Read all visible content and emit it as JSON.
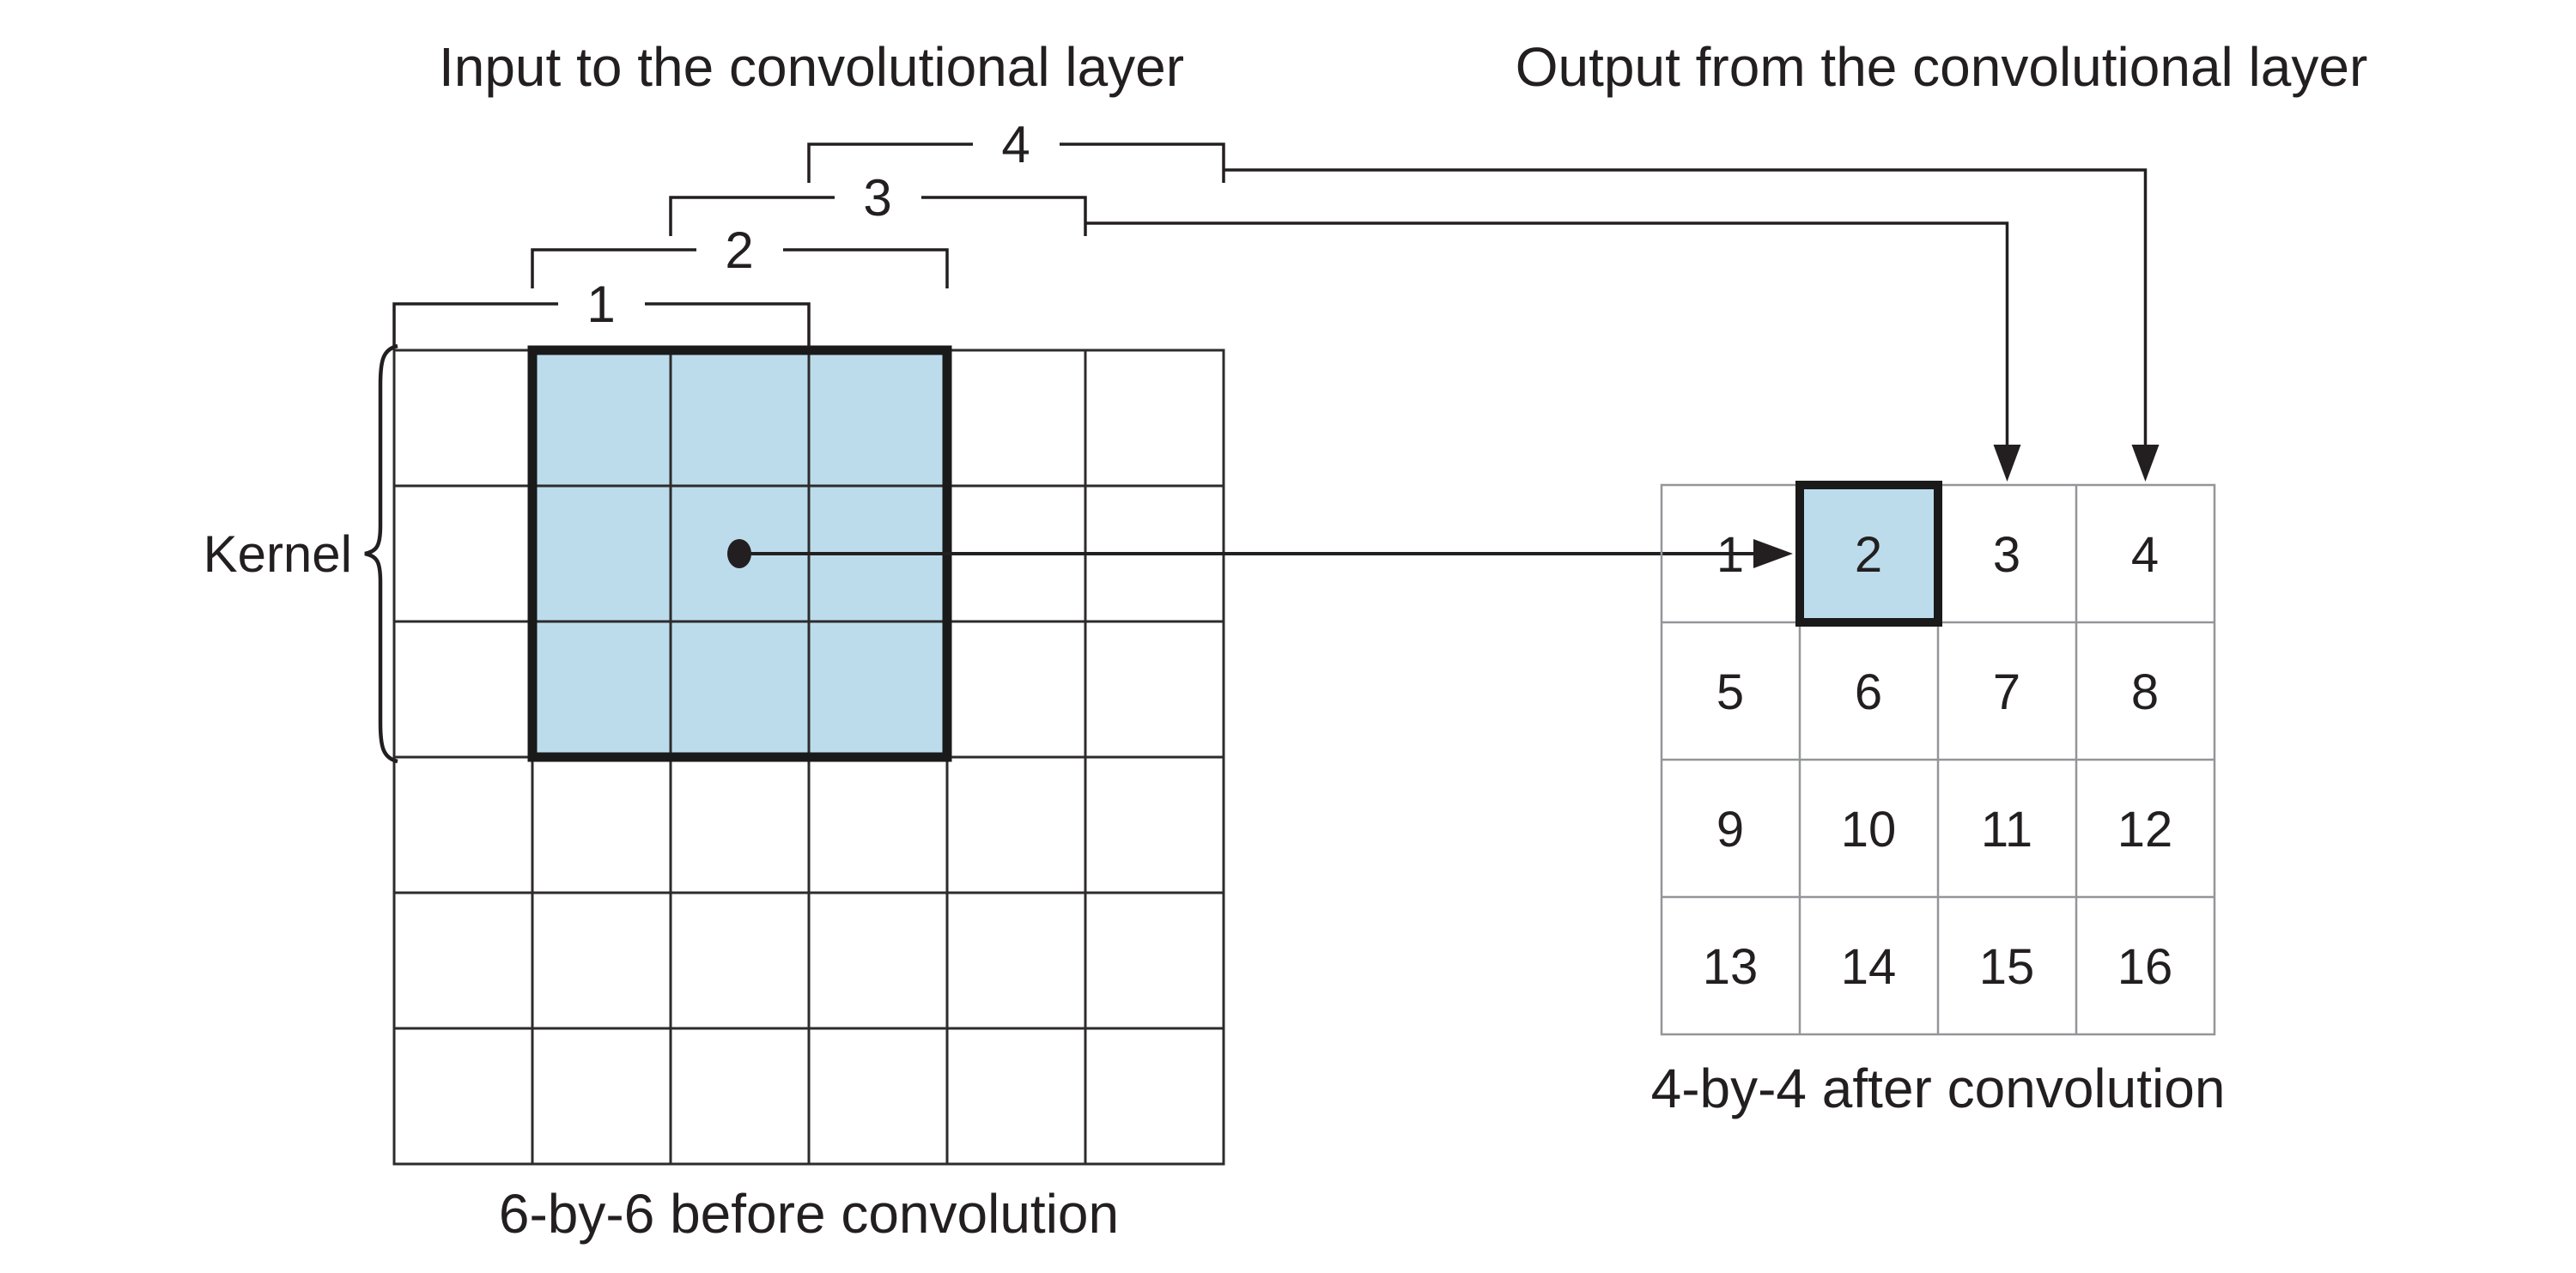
{
  "titles": {
    "input": "Input to the convolutional layer",
    "output": "Output from the convolutional layer"
  },
  "captions": {
    "input": "6-by-6 before convolution",
    "output": "4-by-4 after convolution"
  },
  "kernel": {
    "label": "Kernel",
    "rows": 3,
    "cols": 3
  },
  "input_grid": {
    "rows": 6,
    "cols": 6,
    "kernel_position": {
      "col_start": 2,
      "row_start": 1
    }
  },
  "output_grid": {
    "rows": 4,
    "cols": 4,
    "cells": [
      "1",
      "2",
      "3",
      "4",
      "5",
      "6",
      "7",
      "8",
      "9",
      "10",
      "11",
      "12",
      "13",
      "14",
      "15",
      "16"
    ],
    "highlighted_cell": "2"
  },
  "bracket_labels": [
    "1",
    "2",
    "3",
    "4"
  ],
  "colors": {
    "highlight_fill": "#bcdcec",
    "ink": "#231f20",
    "input_grid_line": "#2e2b2c",
    "output_grid_line": "#939598",
    "thick_border": "#1a1a1a"
  }
}
